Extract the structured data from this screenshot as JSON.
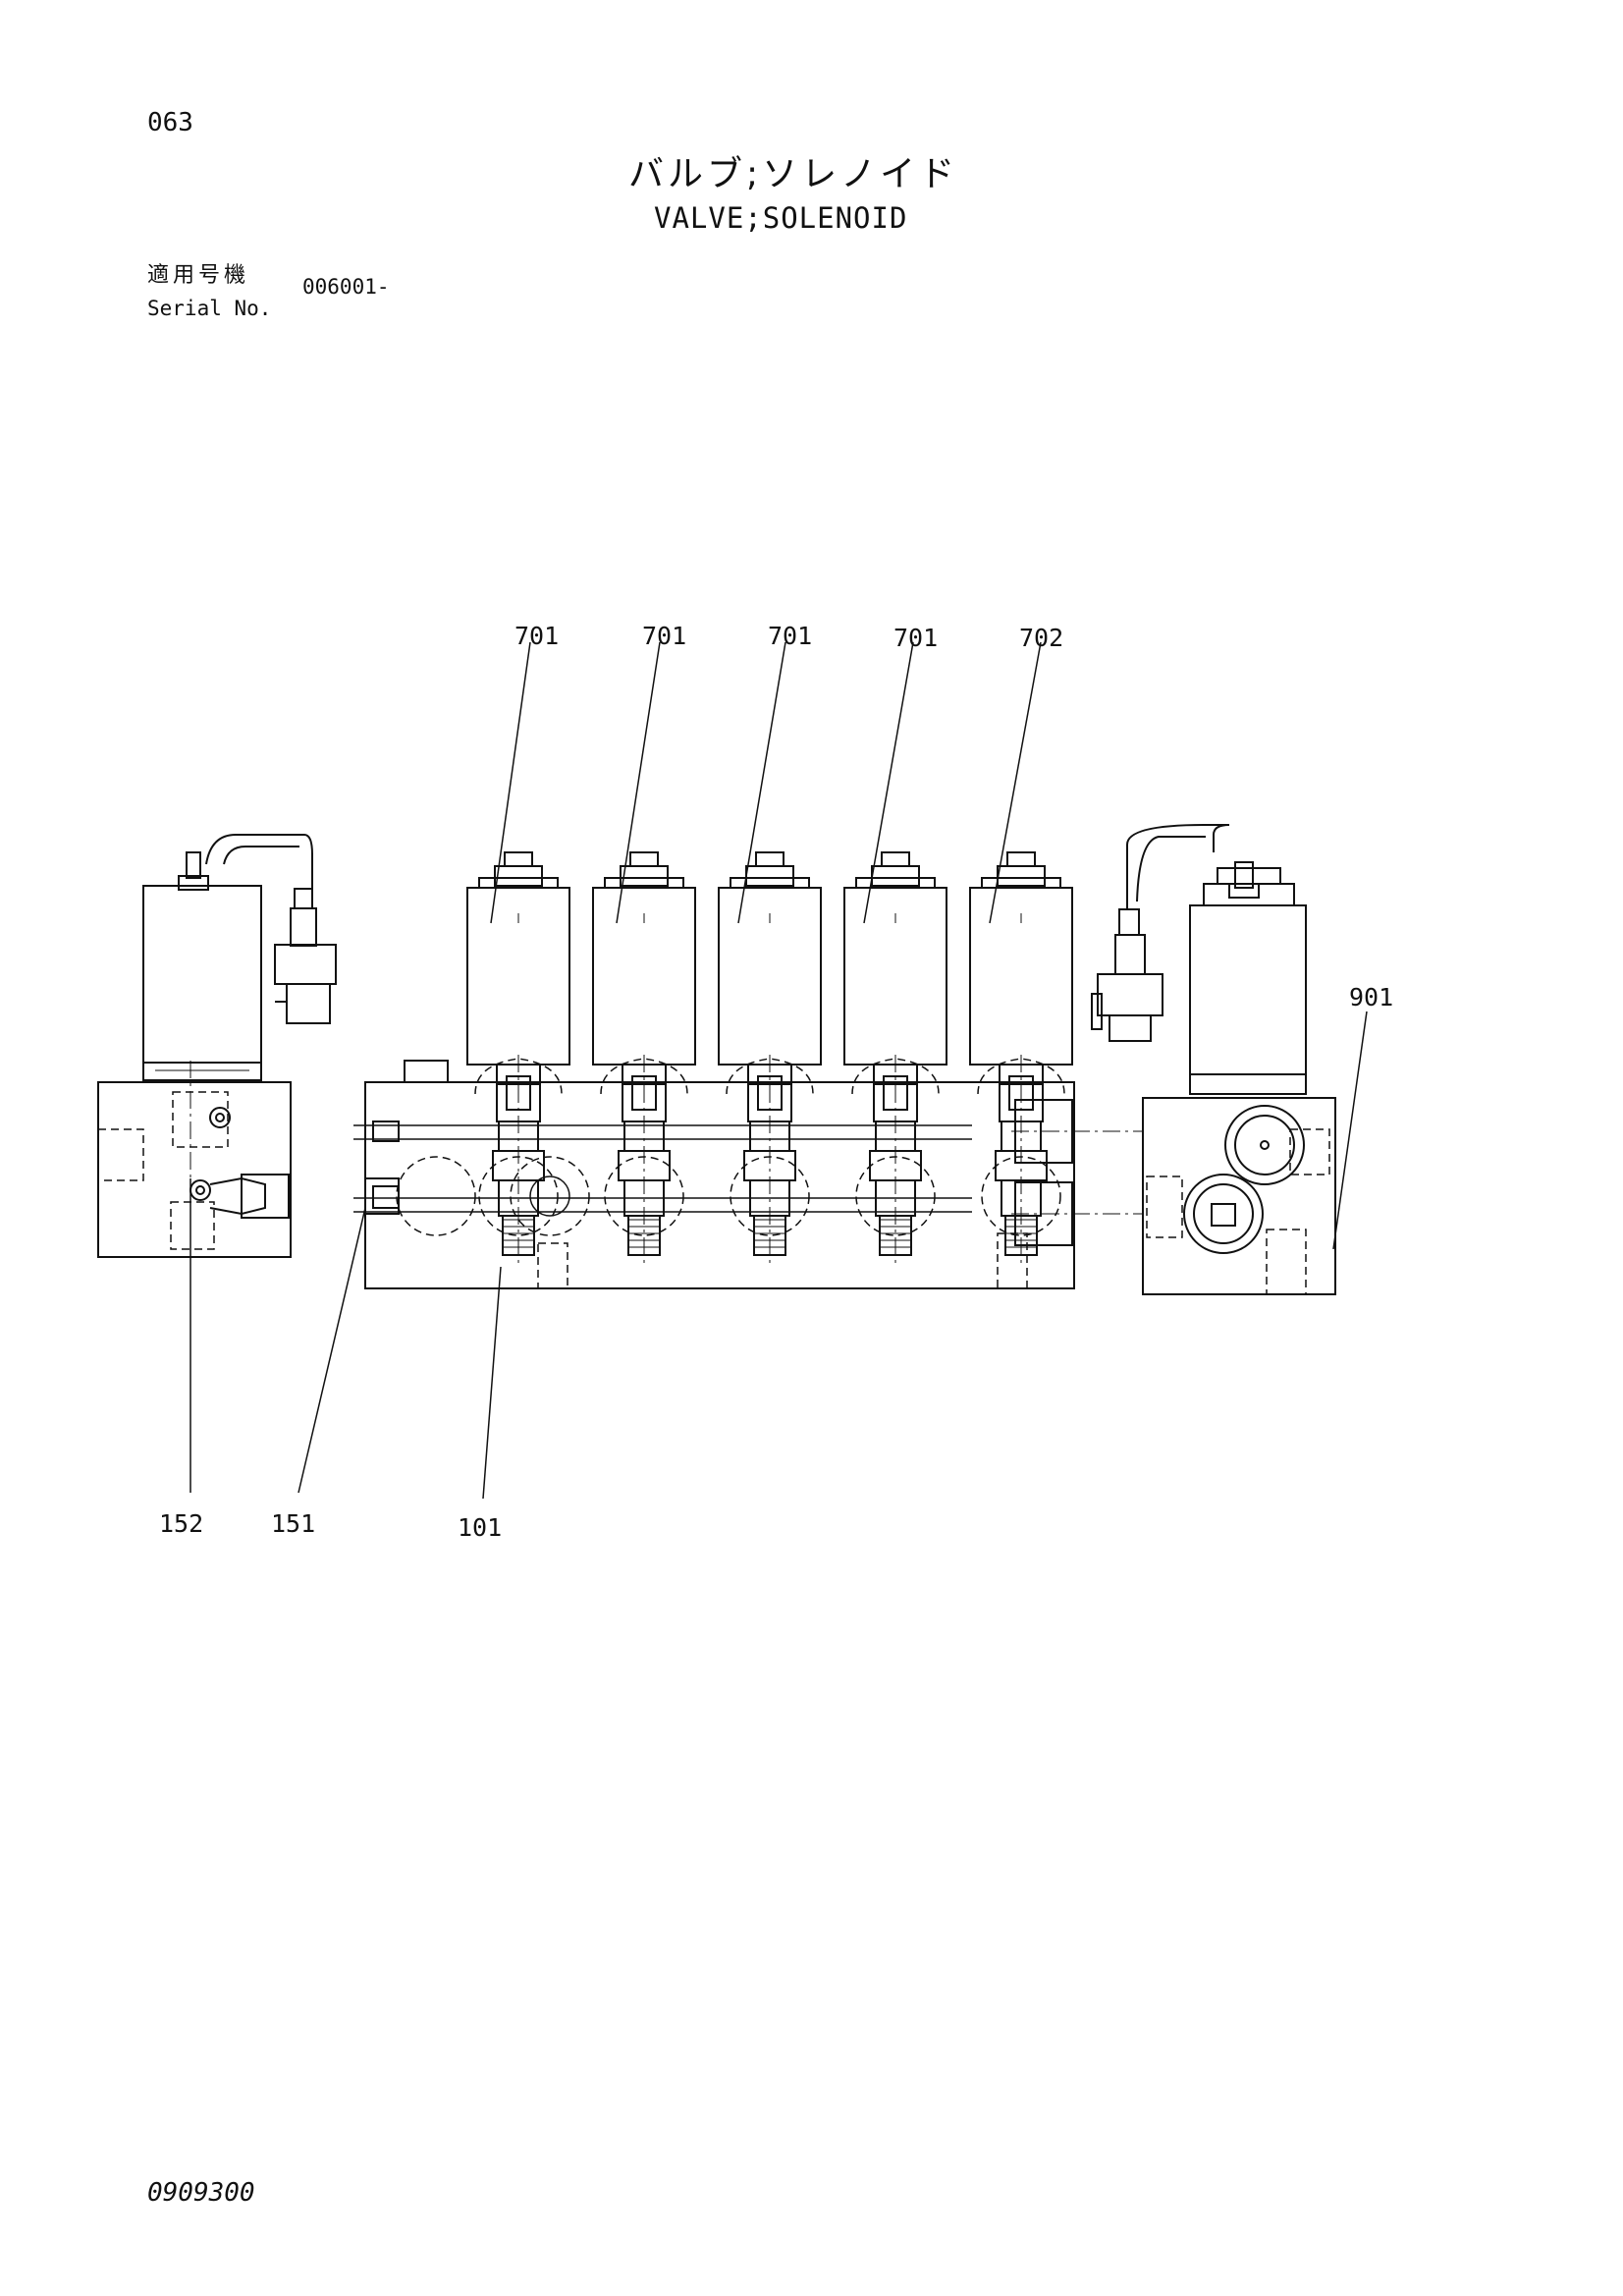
{
  "page": {
    "number": "063",
    "title_jp": "バルブ;ソレノイド",
    "title_en": "VALVE;SOLENOID",
    "serial_label_jp": "適用号機",
    "serial_label_en": "Serial No.",
    "serial_value": "006001-",
    "document_number": "0909300"
  },
  "callouts": {
    "c1": "701",
    "c2": "701",
    "c3": "701",
    "c4": "701",
    "c5": "702",
    "c6": "901",
    "c7": "152",
    "c8": "151",
    "c9": "101"
  },
  "colors": {
    "line": "#111111",
    "background": "#ffffff"
  }
}
